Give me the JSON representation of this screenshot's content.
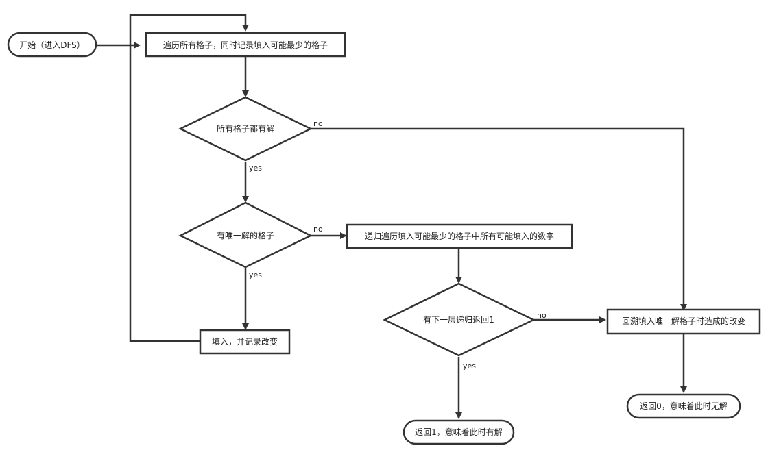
{
  "colors": {
    "stroke": "#333333",
    "background": "#ffffff",
    "text": "#222222"
  },
  "nodes": {
    "start": "开始（进入DFS）",
    "traverse": "遍历所有格子，同时记录填入可能最少的格子",
    "all_solved": "所有格子都有解",
    "unique_cell": "有唯一解的格子",
    "recurse": "递归遍历填入可能最少的格子中所有可能填入的数字",
    "fill": "填入，并记录改变",
    "next_return": "有下一层递归返回1",
    "backtrack": "回溯填入唯一解格子时造成的改变",
    "return1": "返回1，意味着此时有解",
    "return0": "返回0，意味着此时无解"
  },
  "edge_labels": {
    "all_solved_no": "no",
    "all_solved_yes": "yes",
    "unique_no": "no",
    "unique_yes": "yes",
    "next_no": "no",
    "next_yes": "yes"
  }
}
